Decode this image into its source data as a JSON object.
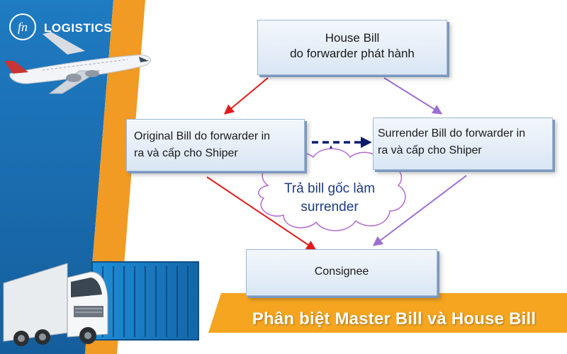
{
  "logo": {
    "text": "LOGISTICS",
    "mark_text": "fn"
  },
  "diagram": {
    "house_bill": {
      "line1": "House Bill",
      "line2": "do forwarder phát hành"
    },
    "original_bill": {
      "line1": "Original Bill do forwarder in",
      "line2": "ra và cấp cho Shiper"
    },
    "surrender_bill": {
      "line1": "Surrender Bill do forwarder in",
      "line2": "ra và cấp cho Shiper"
    },
    "consignee": {
      "label": "Consignee"
    },
    "callout": {
      "line1": "Trả bill gốc làm",
      "line2": "surrender"
    }
  },
  "banner": {
    "title": "Phân biệt Master Bill và House Bill"
  },
  "colors": {
    "blue_panel": "#1e74b8",
    "orange_panel": "#f19a24",
    "banner": "#f5a51f",
    "red_arrow": "#e11b1b",
    "purple_arrow": "#9b6fd2",
    "navy_arrow": "#0d1b6e"
  },
  "icons": [
    "airplane-icon",
    "truck-icon",
    "container-icon",
    "logo-icon"
  ]
}
